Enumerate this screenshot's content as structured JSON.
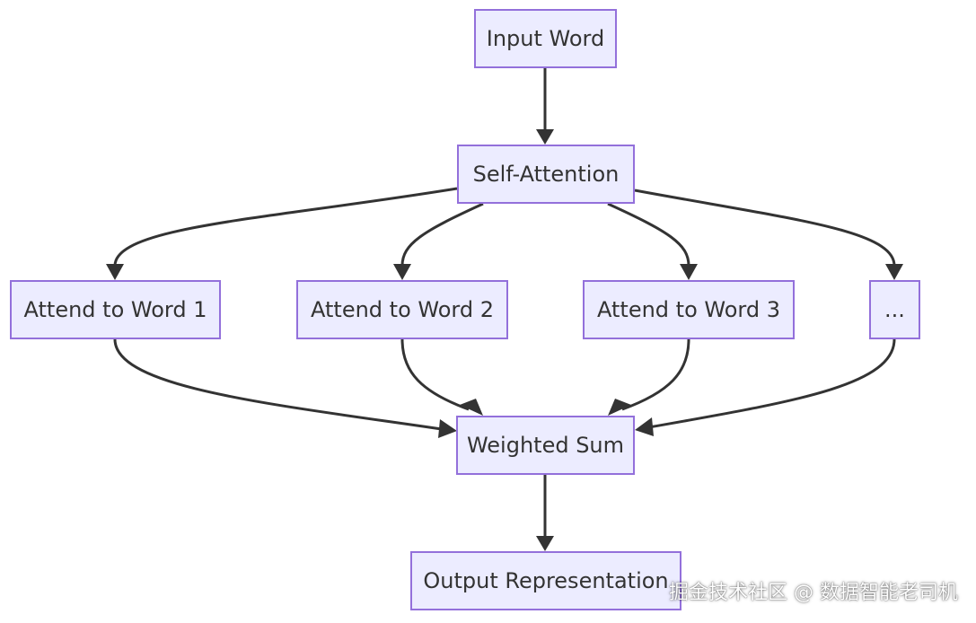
{
  "diagram": {
    "nodes": {
      "input_word": "Input Word",
      "self_attention": "Self-Attention",
      "attend_word_1": "Attend to Word 1",
      "attend_word_2": "Attend to Word 2",
      "attend_word_3": "Attend to Word 3",
      "ellipsis": "...",
      "weighted_sum": "Weighted Sum",
      "output_representation": "Output Representation"
    },
    "edges": [
      {
        "from": "Input Word",
        "to": "Self-Attention"
      },
      {
        "from": "Self-Attention",
        "to": "Attend to Word 1"
      },
      {
        "from": "Self-Attention",
        "to": "Attend to Word 2"
      },
      {
        "from": "Self-Attention",
        "to": "Attend to Word 3"
      },
      {
        "from": "Self-Attention",
        "to": "..."
      },
      {
        "from": "Attend to Word 1",
        "to": "Weighted Sum"
      },
      {
        "from": "Attend to Word 2",
        "to": "Weighted Sum"
      },
      {
        "from": "Attend to Word 3",
        "to": "Weighted Sum"
      },
      {
        "from": "...",
        "to": "Weighted Sum"
      },
      {
        "from": "Weighted Sum",
        "to": "Output Representation"
      }
    ],
    "colors": {
      "node_fill": "#ECECFF",
      "node_border": "#9370DB",
      "edge": "#333333",
      "text": "#333333"
    }
  },
  "watermark": {
    "text": "掘金技术社区 @ 数据智能老司机"
  }
}
